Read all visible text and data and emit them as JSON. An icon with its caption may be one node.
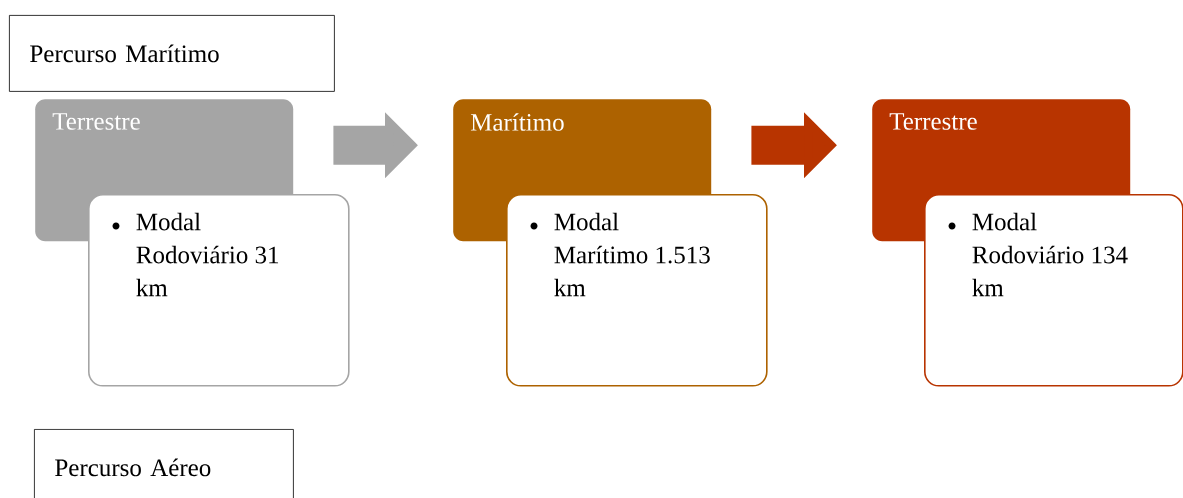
{
  "diagram": {
    "nodes": [
      {
        "text": [
          "Percurso Marítimo"
        ]
      },
      {
        "text": [
          "Terrestre"
        ]
      },
      {
        "text": [
          "Modal Rodoviário 31 km"
        ]
      },
      {
        "text": [
          "Marítimo"
        ]
      },
      {
        "text": [
          "Modal Marítimo 1.513 km"
        ]
      },
      {
        "text": [
          "Terrestre"
        ]
      },
      {
        "text": [
          "Modal Rodoviário 134 km"
        ]
      },
      {
        "text": [
          "Percurso Aéreo"
        ]
      }
    ],
    "edges": [
      {
        "from": 1,
        "to": 3,
        "arrow": "to",
        "color": "#a5a5a5"
      },
      {
        "from": 3,
        "to": 5,
        "arrow": "to",
        "color": "#b83400"
      }
    ]
  }
}
